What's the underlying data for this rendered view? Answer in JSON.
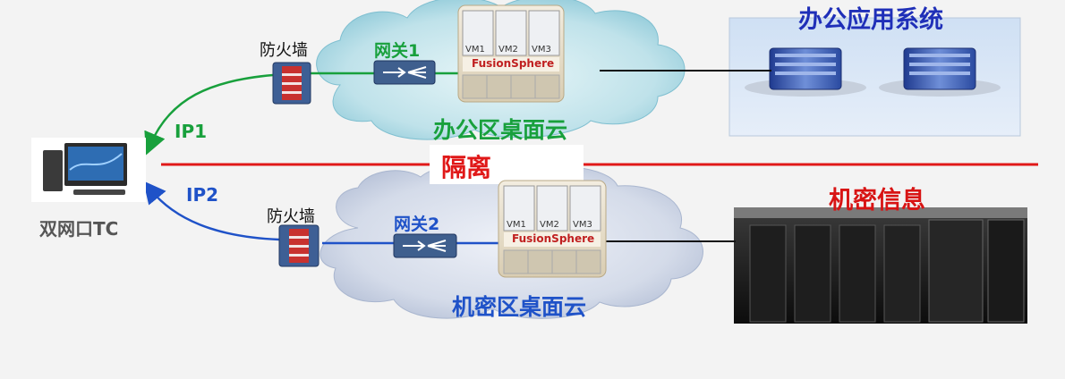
{
  "office": {
    "system_title": "办公应用系统",
    "cloud_label": "办公区桌面云",
    "gateway_label": "网关1",
    "firewall_label": "防火墙",
    "platform_label": "FusionSphere",
    "vms": [
      "VM1",
      "VM2",
      "VM3"
    ],
    "color": "#18a03c",
    "title_color": "#1f2fb8"
  },
  "secret": {
    "info_title": "机密信息",
    "cloud_label": "机密区桌面云",
    "gateway_label": "网关2",
    "firewall_label": "防火墙",
    "platform_label": "FusionSphere",
    "vms": [
      "VM1",
      "VM2",
      "VM3"
    ],
    "color": "#1f52c8",
    "title_color": "#d81414"
  },
  "isolation": {
    "label": "隔离",
    "color": "#e01818"
  },
  "terminal": {
    "label": "双网口TC"
  },
  "links": {
    "ip1": "IP1",
    "ip2": "IP2"
  }
}
